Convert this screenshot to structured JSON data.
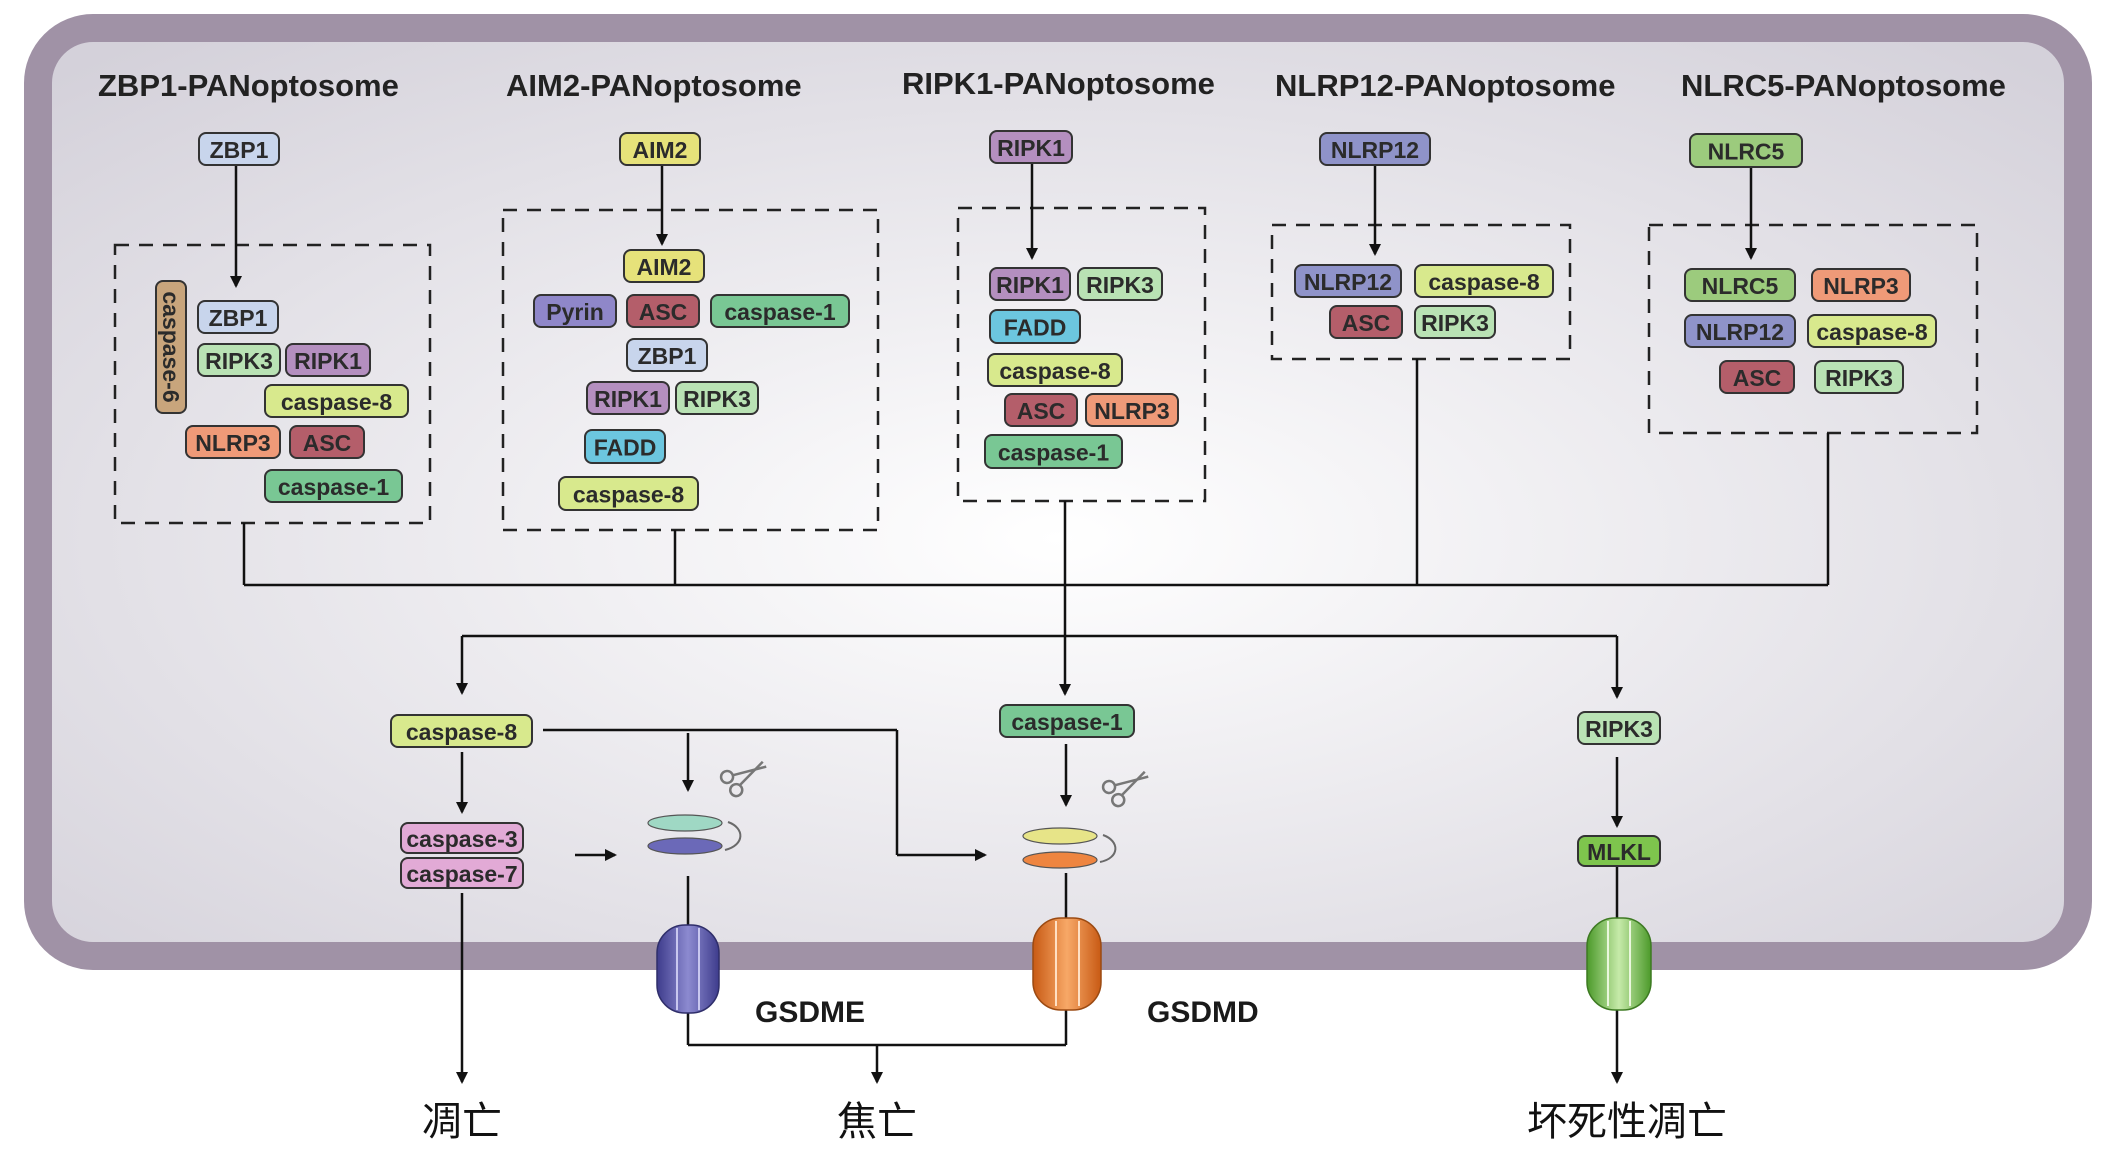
{
  "colors": {
    "cell_border": "#9d8fa2",
    "cell_fill_center": "#ffffff",
    "cell_fill_edge": "#d6d3dc",
    "gsdme_pore": "#5c5aa8",
    "gsdmd_pore": "#ea7a2a",
    "mlkl_pore": "#7ec54d"
  },
  "complexes": [
    {
      "title": "ZBP1-PANoptosome",
      "sensor": {
        "label": "ZBP1",
        "color": "#c8d5ec"
      },
      "members": [
        {
          "label": "caspase-6",
          "color": "#c8a57c"
        },
        {
          "label": "ZBP1",
          "color": "#c8d5ec"
        },
        {
          "label": "RIPK3",
          "color": "#b9e2b4"
        },
        {
          "label": "RIPK1",
          "color": "#b48fbf"
        },
        {
          "label": "caspase-8",
          "color": "#d8e98d"
        },
        {
          "label": "NLRP3",
          "color": "#ef9a78"
        },
        {
          "label": "ASC",
          "color": "#b45e6a"
        },
        {
          "label": "caspase-1",
          "color": "#79c794"
        }
      ]
    },
    {
      "title": "AIM2-PANoptosome",
      "sensor": {
        "label": "AIM2",
        "color": "#e6e27a"
      },
      "members": [
        {
          "label": "AIM2",
          "color": "#e6e27a"
        },
        {
          "label": "Pyrin",
          "color": "#8f87c9"
        },
        {
          "label": "ASC",
          "color": "#b45e6a"
        },
        {
          "label": "caspase-1",
          "color": "#79c794"
        },
        {
          "label": "ZBP1",
          "color": "#c8d5ec"
        },
        {
          "label": "RIPK1",
          "color": "#b48fbf"
        },
        {
          "label": "RIPK3",
          "color": "#b9e2b4"
        },
        {
          "label": "FADD",
          "color": "#6cc6df"
        },
        {
          "label": "caspase-8",
          "color": "#d8e98d"
        }
      ]
    },
    {
      "title": "RIPK1-PANoptosome",
      "sensor": {
        "label": "RIPK1",
        "color": "#b48fbf"
      },
      "members": [
        {
          "label": "RIPK1",
          "color": "#b48fbf"
        },
        {
          "label": "RIPK3",
          "color": "#b9e2b4"
        },
        {
          "label": "FADD",
          "color": "#6cc6df"
        },
        {
          "label": "caspase-8",
          "color": "#d8e98d"
        },
        {
          "label": "ASC",
          "color": "#b45e6a"
        },
        {
          "label": "NLRP3",
          "color": "#ef9a78"
        },
        {
          "label": "caspase-1",
          "color": "#79c794"
        }
      ]
    },
    {
      "title": "NLRP12-PANoptosome",
      "sensor": {
        "label": "NLRP12",
        "color": "#8f93c9"
      },
      "members": [
        {
          "label": "NLRP12",
          "color": "#8f93c9"
        },
        {
          "label": "caspase-8",
          "color": "#d8e98d"
        },
        {
          "label": "ASC",
          "color": "#b45e6a"
        },
        {
          "label": "RIPK3",
          "color": "#b9e2b4"
        }
      ]
    },
    {
      "title": "NLRC5-PANoptosome",
      "sensor": {
        "label": "NLRC5",
        "color": "#9ccb7d"
      },
      "members": [
        {
          "label": "NLRC5",
          "color": "#9ccb7d"
        },
        {
          "label": "NLRP3",
          "color": "#ef9a78"
        },
        {
          "label": "NLRP12",
          "color": "#8f93c9"
        },
        {
          "label": "caspase-8",
          "color": "#d8e98d"
        },
        {
          "label": "ASC",
          "color": "#b45e6a"
        },
        {
          "label": "RIPK3",
          "color": "#b9e2b4"
        }
      ]
    }
  ],
  "effectors": {
    "caspase8": {
      "label": "caspase-8",
      "color": "#d8e98d"
    },
    "caspase3": {
      "label": "caspase-3",
      "color": "#e2aad6"
    },
    "caspase7": {
      "label": "caspase-7",
      "color": "#e2aad6"
    },
    "caspase1": {
      "label": "caspase-1",
      "color": "#79c794"
    },
    "ripk3": {
      "label": "RIPK3",
      "color": "#b9e2b4"
    },
    "mlkl": {
      "label": "MLKL",
      "color": "#7ec54d"
    }
  },
  "pores": {
    "gsdme": "GSDME",
    "gsdmd": "GSDMD"
  },
  "icons": [
    "scissors-icon",
    "scissors-icon"
  ],
  "outcomes": {
    "apoptosis": "凋亡",
    "pyroptosis": "焦亡",
    "necroptosis": "坏死性凋亡"
  }
}
